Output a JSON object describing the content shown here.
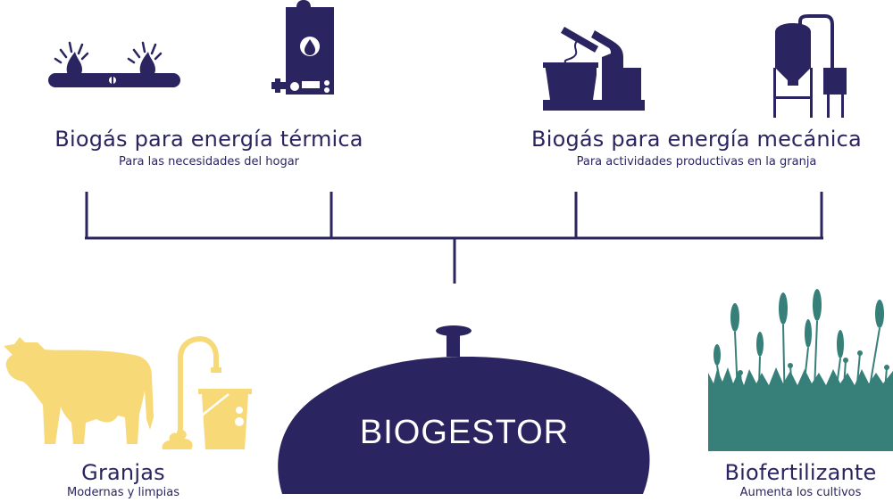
{
  "colors": {
    "primary": "#2a2560",
    "farm_yellow": "#f7d977",
    "crop_green": "#37807a",
    "background": "#ffffff",
    "on_primary": "#ffffff"
  },
  "sections": {
    "thermal": {
      "title": "Biogás para energía térmica",
      "subtitle": "Para las necesidades del hogar",
      "icons": [
        "gas-stove-icon",
        "water-heater-icon"
      ]
    },
    "mechanical": {
      "title": "Biogás para energía mecánica",
      "subtitle": "Para actividades productivas en la granja",
      "icons": [
        "mixer-machine-icon",
        "distillation-tank-icon"
      ]
    },
    "farms": {
      "title": "Granjas",
      "subtitle": "Modernas y limpias",
      "icons": [
        "cow-icon",
        "manure-icon",
        "hose-bucket-icon"
      ]
    },
    "biofertilizer": {
      "title": "Biofertilizante",
      "subtitle": "Aumenta los cultivos",
      "icons": [
        "wheat-field-icon"
      ]
    }
  },
  "center": {
    "label": "BIOGESTOR",
    "icon": "biodigester-dome-icon"
  }
}
